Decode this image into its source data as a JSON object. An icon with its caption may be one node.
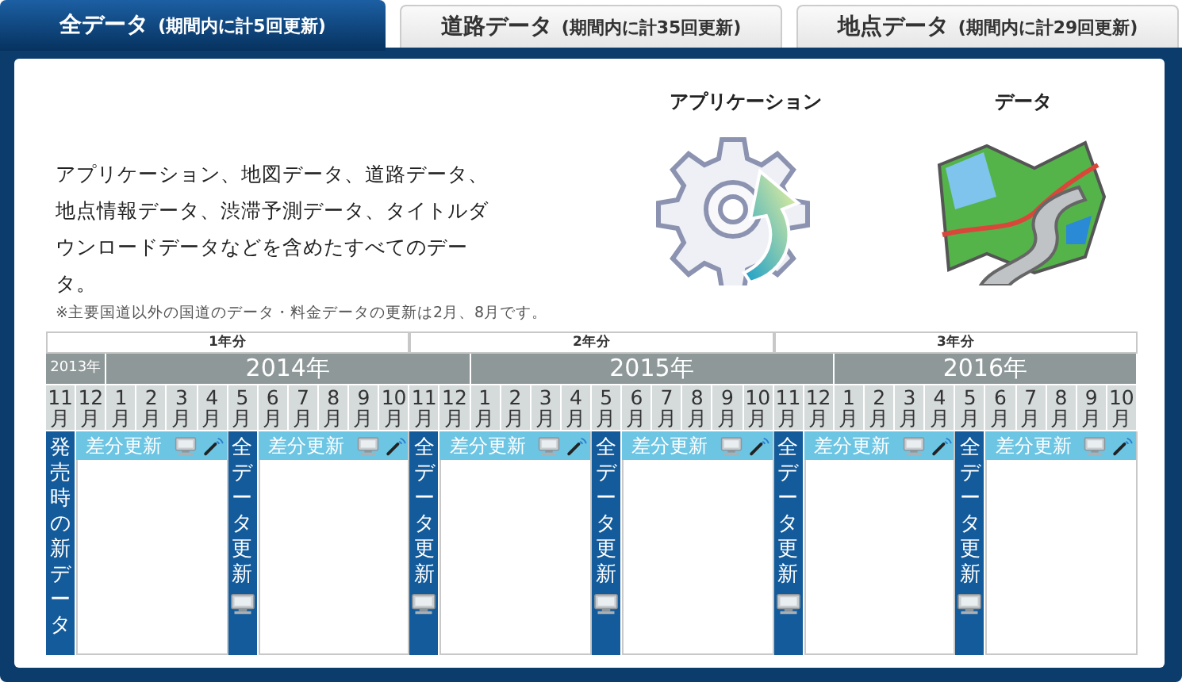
{
  "diagram": {
    "nodes": [
      {
        "text": [
          "全データ",
          "(期間内に計5回更新)"
        ]
      },
      {
        "text": [
          "道路データ",
          "(期間内に計35回更新)"
        ]
      },
      {
        "text": [
          "地点データ",
          "(期間内に計29回更新)"
        ]
      },
      {
        "text": [
          "発売時の新データ"
        ]
      },
      {
        "text": [
          "差分更新"
        ]
      },
      {
        "text": [
          "全データ更新"
        ]
      },
      {
        "text": [
          "差分更新"
        ]
      },
      {
        "text": [
          "全データ更新"
        ]
      },
      {
        "text": [
          "差分更新"
        ]
      },
      {
        "text": [
          "全データ更新"
        ]
      },
      {
        "text": [
          "差分更新"
        ]
      },
      {
        "text": [
          "全データ更新"
        ]
      },
      {
        "text": [
          "差分更新"
        ]
      },
      {
        "text": [
          "全データ更新"
        ]
      },
      {
        "text": [
          "差分更新"
        ]
      }
    ],
    "labels": [
      "アプリケーション",
      "データ",
      "アプリケーション、地図データ、道路データ、地点情報データ、渋滞予測データ、タイトルダウンロードデータなどを含めたすべてのデータ。",
      "※主要国道以外の国道のデータ・料金データの更新は2月、8月です。",
      "1年分",
      "2年分",
      "3年分",
      "2013年",
      "2014年",
      "2015年",
      "2016年",
      "11月",
      "12月",
      "1月",
      "2月",
      "3月",
      "4月",
      "5月",
      "6月",
      "7月",
      "8月",
      "9月",
      "10月",
      "11月",
      "12月",
      "1月",
      "2月",
      "3月",
      "4月",
      "5月",
      "6月",
      "7月",
      "8月",
      "9月",
      "10月",
      "11月",
      "12月",
      "1月",
      "2月",
      "3月",
      "4月",
      "5月",
      "6月",
      "7月",
      "8月",
      "9月",
      "10月"
    ]
  }
}
